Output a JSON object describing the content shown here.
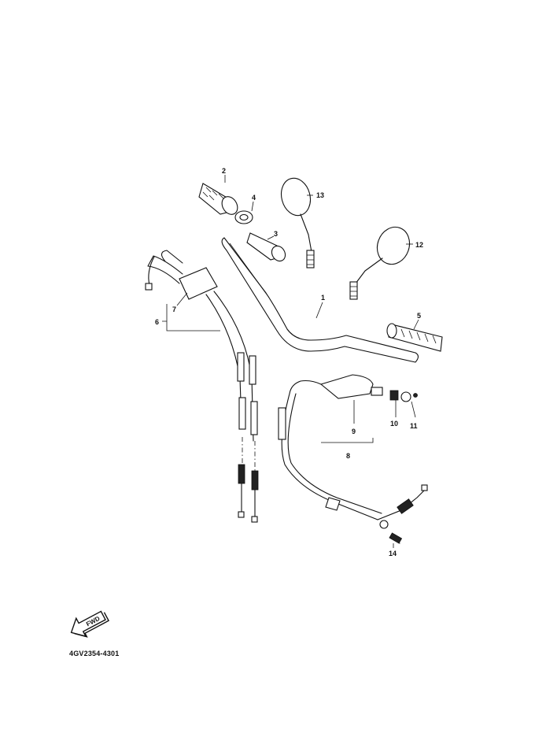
{
  "callouts": [
    {
      "id": "1",
      "label": "1"
    },
    {
      "id": "2",
      "label": "2"
    },
    {
      "id": "3",
      "label": "3"
    },
    {
      "id": "4",
      "label": "4"
    },
    {
      "id": "5",
      "label": "5"
    },
    {
      "id": "6",
      "label": "6"
    },
    {
      "id": "7",
      "label": "7"
    },
    {
      "id": "8",
      "label": "8"
    },
    {
      "id": "9",
      "label": "9"
    },
    {
      "id": "10",
      "label": "10"
    },
    {
      "id": "11",
      "label": "11"
    },
    {
      "id": "12",
      "label": "12"
    },
    {
      "id": "13",
      "label": "13"
    },
    {
      "id": "14",
      "label": "14"
    }
  ],
  "fwd_arrow": {
    "label": "FWD",
    "icon": "forward-arrow-icon"
  },
  "reference_code": "4GV2354-4301"
}
